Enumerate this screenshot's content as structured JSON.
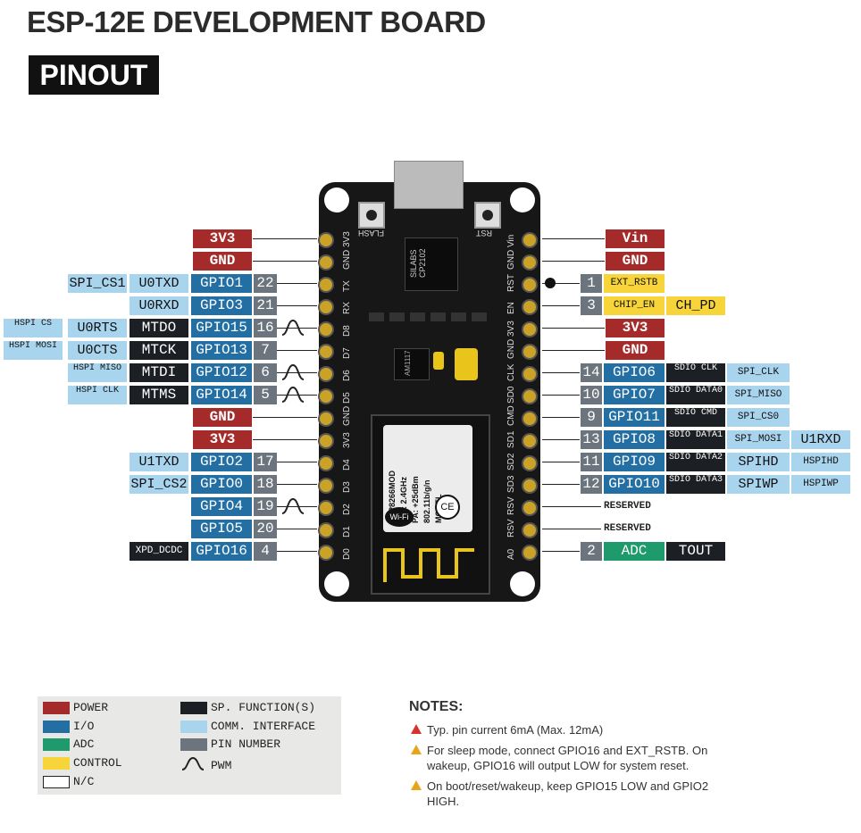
{
  "title": "ESP-12E DEVELOPMENT BOARD",
  "subtitle": "PINOUT",
  "board": {
    "flash": "FLASH",
    "rst": "RST",
    "chip_top": "SILABS",
    "chip_bottom": "CP2102",
    "reg": "AM1117",
    "module": "ESP8266MOD",
    "ism": "ISM: 2.4GHz",
    "pa": "PA: +25dBm",
    "std": "802.11b/g/n",
    "model": "MODEL",
    "wifi": "Wi-Fi",
    "ce": "CE",
    "left_pins": [
      "3V3",
      "GND",
      "TX",
      "RX",
      "D8",
      "D7",
      "D6",
      "D5",
      "GND",
      "3V3",
      "D4",
      "D3",
      "D2",
      "D1",
      "D0"
    ],
    "right_pins": [
      "Vin",
      "GND",
      "RST",
      "EN",
      "3V3",
      "GND",
      "CLK",
      "SD0",
      "CMD",
      "SD1",
      "SD2",
      "SD3",
      "RSV",
      "RSV",
      "A0"
    ]
  },
  "left": {
    "power_3v3_a": "3V3",
    "gnd_a": "GND",
    "r1": {
      "comm": "SPI_CS1",
      "sp": "U0TXD",
      "io": "GPIO1",
      "pn": "22"
    },
    "r2": {
      "sp": "U0RXD",
      "io": "GPIO3",
      "pn": "21"
    },
    "r3": {
      "comm": "HSPI CS",
      "sp": "U0RTS",
      "sp2": "MTDO",
      "io": "GPIO15",
      "pn": "16"
    },
    "r4": {
      "comm": "HSPI MOSI",
      "sp": "U0CTS",
      "sp2": "MTCK",
      "io": "GPIO13",
      "pn": "7"
    },
    "r5": {
      "comm": "HSPI MISO",
      "sp2": "MTDI",
      "io": "GPIO12",
      "pn": "6"
    },
    "r6": {
      "comm": "HSPI CLK",
      "sp2": "MTMS",
      "io": "GPIO14",
      "pn": "5"
    },
    "gnd_b": "GND",
    "power_3v3_b": "3V3",
    "r9": {
      "sp": "U1TXD",
      "io": "GPIO2",
      "pn": "17"
    },
    "r10": {
      "comm": "SPI_CS2",
      "io": "GPIO0",
      "pn": "18"
    },
    "r11": {
      "io": "GPIO4",
      "pn": "19"
    },
    "r12": {
      "io": "GPIO5",
      "pn": "20"
    },
    "r13": {
      "sp": "XPD_DCDC",
      "io": "GPIO16",
      "pn": "4"
    }
  },
  "right": {
    "vin": "Vin",
    "gnd_a": "GND",
    "r3": {
      "pn": "1",
      "ctl": "EXT_RSTB"
    },
    "r4": {
      "pn": "3",
      "ctl": "CHIP_EN",
      "ctl2": "CH_PD"
    },
    "power_3v3": "3V3",
    "gnd_b": "GND",
    "r7": {
      "pn": "14",
      "io": "GPIO6",
      "sdio": "SDIO CLK",
      "comm": "SPI_CLK"
    },
    "r8": {
      "pn": "10",
      "io": "GPIO7",
      "sdio": "SDIO DATA0",
      "comm": "SPI_MISO"
    },
    "r9": {
      "pn": "9",
      "io": "GPIO11",
      "sdio": "SDIO CMD",
      "comm": "SPI_CS0"
    },
    "r10": {
      "pn": "13",
      "io": "GPIO8",
      "sdio": "SDIO DATA1",
      "comm": "SPI_MOSI",
      "comm2": "U1RXD"
    },
    "r11": {
      "pn": "11",
      "io": "GPIO9",
      "sdio": "SDIO DATA2",
      "comm": "SPIHD",
      "comm2": "HSPIHD"
    },
    "r12": {
      "pn": "12",
      "io": "GPIO10",
      "sdio": "SDIO DATA3",
      "comm": "SPIWP",
      "comm2": "HSPIWP"
    },
    "reserved1": "RESERVED",
    "reserved2": "RESERVED",
    "r15": {
      "pn": "2",
      "adc": "ADC",
      "sp": "TOUT"
    }
  },
  "legend": {
    "power": "POWER",
    "io": "I/O",
    "adc": "ADC",
    "control": "CONTROL",
    "nc": "N/C",
    "sp": "SP. FUNCTION(S)",
    "comm": "COMM. INTERFACE",
    "pin": "PIN NUMBER",
    "pwm": "PWM",
    "colors": {
      "power": "#a52a2a",
      "io": "#236fa3",
      "adc": "#1e9a6c",
      "control": "#f7d43a",
      "sp": "#1c1f24",
      "comm": "#a9d4ee",
      "pin": "#6c757d"
    }
  },
  "notes": {
    "title": "NOTES:",
    "n1": "Typ. pin current 6mA (Max. 12mA)",
    "n2": "For sleep mode, connect GPIO16 and EXT_RSTB. On wakeup, GPIO16 will output LOW for system reset.",
    "n3": "On boot/reset/wakeup, keep GPIO15 LOW and GPIO2 HIGH."
  }
}
